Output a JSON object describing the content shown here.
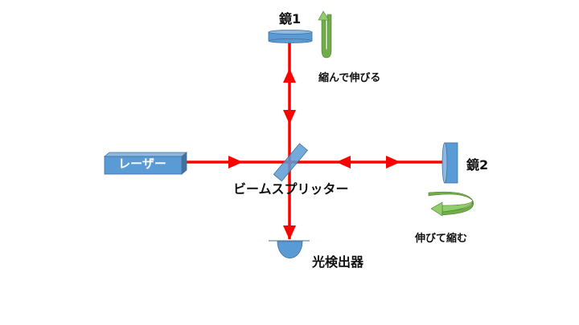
{
  "labels": {
    "mirror1": "鏡1",
    "mirror2": "鏡2",
    "laser": "レーザー",
    "beam_splitter": "ビームスプリッター",
    "detector": "光検出器",
    "mirror1_motion": "縮んで伸びる",
    "mirror2_motion": "伸びて縮む"
  },
  "colors": {
    "beam": "#ff0000",
    "component": "#5b9bd5",
    "component_edge": "#41719c",
    "motion_arrow": "#70ad47"
  }
}
